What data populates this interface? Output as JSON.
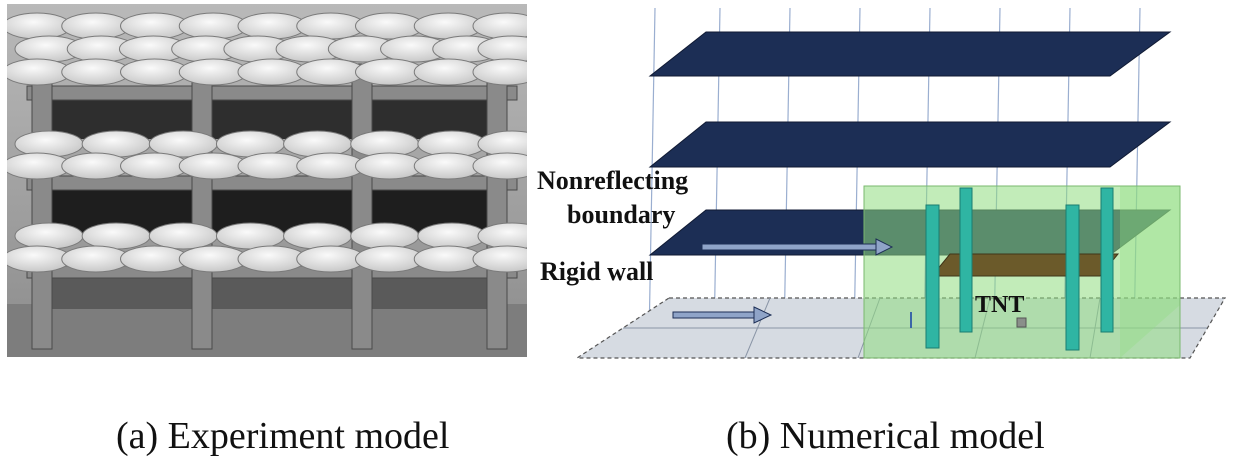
{
  "captions": {
    "a": "(a) Experiment model",
    "b": "(b) Numerical model"
  },
  "labels": {
    "nonreflecting_line1": "Nonreflecting",
    "nonreflecting_line2": "boundary",
    "rigid_wall": "Rigid wall",
    "tnt": "TNT"
  },
  "colors": {
    "plate": "#1c2e55",
    "ground": "#d6dbe2",
    "air_domain": "#8fdc80",
    "column": "#2fb5a3",
    "slab": "#6b5a2a",
    "arrow": "#8fa4c8"
  }
}
